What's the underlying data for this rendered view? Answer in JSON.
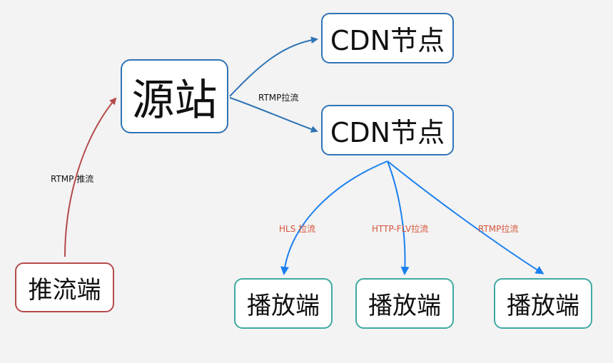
{
  "nodes": {
    "origin": "源站",
    "cdn_1": "CDN节点",
    "cdn_2": "CDN节点",
    "pusher": "推流端",
    "player_1": "播放端",
    "player_2": "播放端",
    "player_3": "播放端"
  },
  "edges": {
    "push_label": "RTMP 推流",
    "origin_to_cdn_label": "RTMP拉流",
    "hls_label": "HLS 拉流",
    "flv_label": "HTTP-FLV拉流",
    "rtmp_pull_label": "RTMP拉流"
  },
  "colors": {
    "background": "#f3f3f3",
    "node_blue": "#2f74b5",
    "node_red": "#b54a4a",
    "node_teal": "#3ea9a4",
    "edge_red": "#b54a4a",
    "edge_blue": "#2f74b5",
    "edge_bright_blue": "#1a7ff0",
    "label_orange": "#d4553a"
  }
}
